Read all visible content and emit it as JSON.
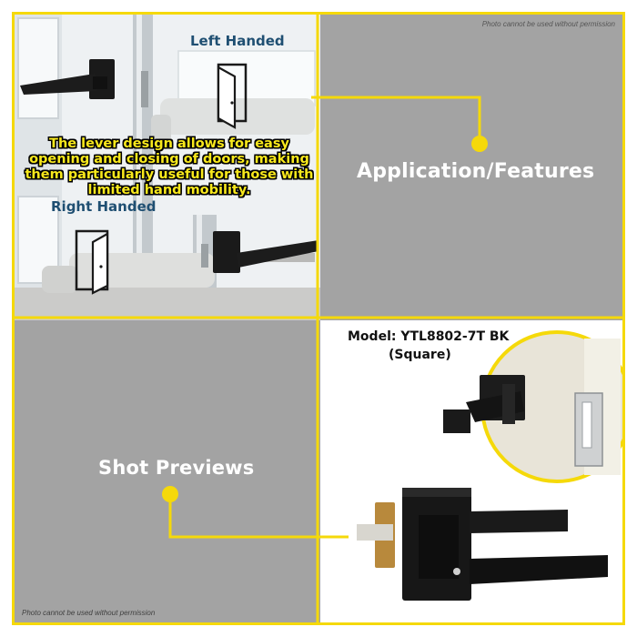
{
  "watermark_text": "Photo cannot be used without permission",
  "left_handed_label": "Left Handed",
  "right_handed_label": "Right Handed",
  "caption": "The lever design allows for easy opening and closing of doors, making them particularly useful for those with limited hand mobility.",
  "application_title": "Application/Features",
  "shot_previews_title": "Shot Previews",
  "model_line": "Model: YTL8802-7T BK",
  "model_variant": "(Square)",
  "colors": {
    "accent_yellow": "#f5d90a",
    "panel_gray": "#a3a3a3",
    "lever_black": "#1a1a1a",
    "label_blue": "#1f4f72"
  }
}
